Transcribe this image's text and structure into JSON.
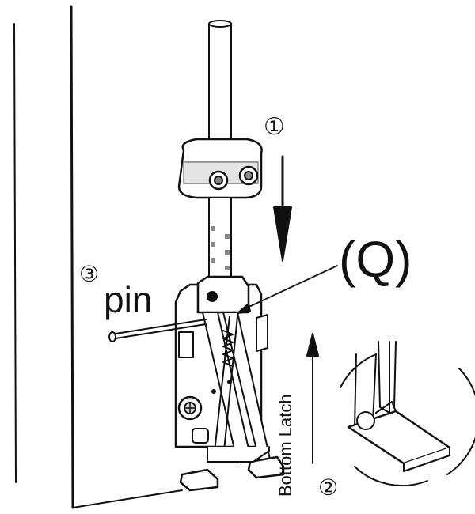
{
  "labels": {
    "step1": "①",
    "step2": "②",
    "step3": "③",
    "pin": "pin",
    "q": "(Q)",
    "bottom_latch": "Bottom Latch"
  },
  "icons": {
    "rod": "vertical-rod",
    "clamp": "rod-clamp-block",
    "latch": "bottom-latch-assembly",
    "pin": "pin",
    "detail": "magnified-latch-detail-icon"
  },
  "colors": {
    "line": "#111111",
    "fill": "#ffffff",
    "shade": "#d8d8d8",
    "dark": "#555555"
  }
}
